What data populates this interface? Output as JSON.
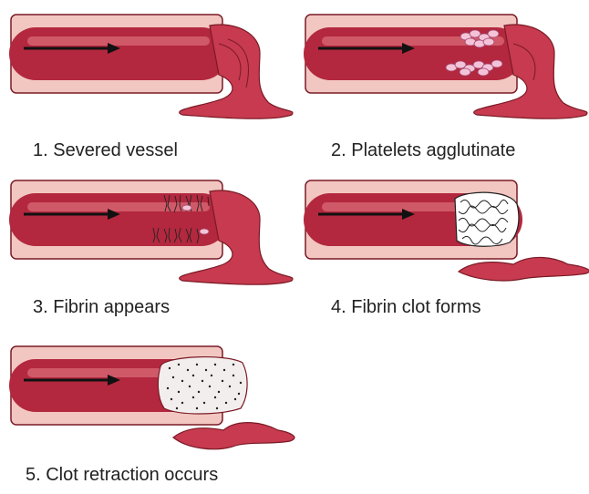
{
  "figure": {
    "panels": [
      {
        "caption": "1. Severed vessel",
        "stage": "severed"
      },
      {
        "caption": "2. Platelets agglutinate",
        "stage": "platelets"
      },
      {
        "caption": "3. Fibrin appears",
        "stage": "fibrin"
      },
      {
        "caption": "4. Fibrin clot forms",
        "stage": "clot"
      },
      {
        "caption": "5. Clot retraction occurs",
        "stage": "retraction"
      }
    ],
    "colors": {
      "vessel_wall": "#f2c7c2",
      "vessel_outline": "#7a1a25",
      "blood_dark": "#b3283e",
      "blood_light": "#e27a86",
      "torn_tissue": "#c73a4f",
      "platelet": "#f4c3d8",
      "arrow": "#111111",
      "fibrin": "#222222"
    }
  }
}
